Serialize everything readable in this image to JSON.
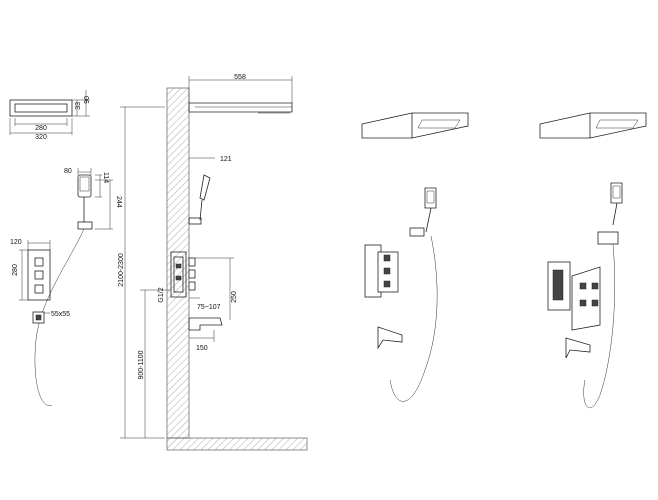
{
  "dimensions": {
    "head_side_height_33": "33",
    "head_side_height_90": "90",
    "head_inner_width": "280",
    "head_outer_width": "320",
    "handshower_width": "80",
    "handshower_length": "114",
    "handshower_total": "244",
    "panel_width": "120",
    "panel_height": "280",
    "holder_size": "55x55",
    "arm_length": "558",
    "hose_offset": "121",
    "height_range_top": "2100-2300",
    "height_range_valve": "900-1100",
    "inlet_thread": "G1/2",
    "valve_depth": "75~107",
    "spout_height": "250",
    "spout_length": "150"
  },
  "colors": {
    "line": "#222222",
    "wall_hatch": "#888888",
    "background": "#ffffff"
  }
}
